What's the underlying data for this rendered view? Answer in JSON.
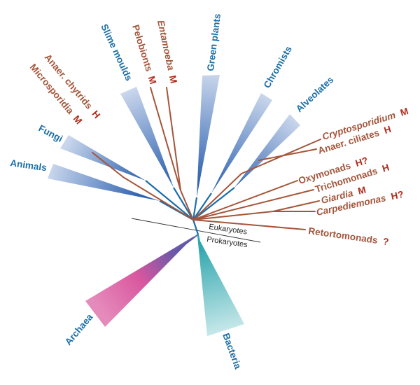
{
  "colors": {
    "blue_line": "#1a6ea8",
    "blue_label": "#1a6ea8",
    "brown_line": "#a4553a",
    "brown_label": "#a4553a",
    "tag": "#b02a1c",
    "archaea_pink": "#e07ab0",
    "archaea_purple": "#7a5aa8",
    "bacteria_teal": "#2fa7ae",
    "bacteria_light": "#bfe3e5"
  },
  "tree": {
    "eukaryotes_label": "Eukaryotes",
    "prokaryotes_label": "Prokaryotes",
    "blue_clades": {
      "animals": "Animals",
      "fungi": "Fungi",
      "slime_moulds": "Slime moulds",
      "green_plants": "Green plants",
      "chromists": "Chromists",
      "alveolates": "Alveolates",
      "archaea": "Archaea",
      "bacteria": "Bacteria"
    },
    "brown_taxa": {
      "microsporidia": {
        "name": "Microsporidia",
        "tag": "M"
      },
      "anaer_chytrids": {
        "name": "Anaer. chytrids",
        "tag": "H"
      },
      "pelobionts": {
        "name": "Pelobionts",
        "tag": "M"
      },
      "entamoeba": {
        "name": "Entamoeba",
        "tag": "M"
      },
      "cryptosporidium": {
        "name": "Cryptosporidium",
        "tag": "M"
      },
      "anaer_ciliates": {
        "name": "Anaer. ciliates",
        "tag": "H"
      },
      "oxymonads": {
        "name": "Oxymonads",
        "tag": "H?"
      },
      "trichomonads": {
        "name": "Trichomonads",
        "tag": "H"
      },
      "giardia": {
        "name": "Giardia",
        "tag": "M"
      },
      "carpediemonas": {
        "name": "Carpediemonas",
        "tag": "H?"
      },
      "retortomonads": {
        "name": "Retortomonads",
        "tag": "?"
      }
    }
  }
}
